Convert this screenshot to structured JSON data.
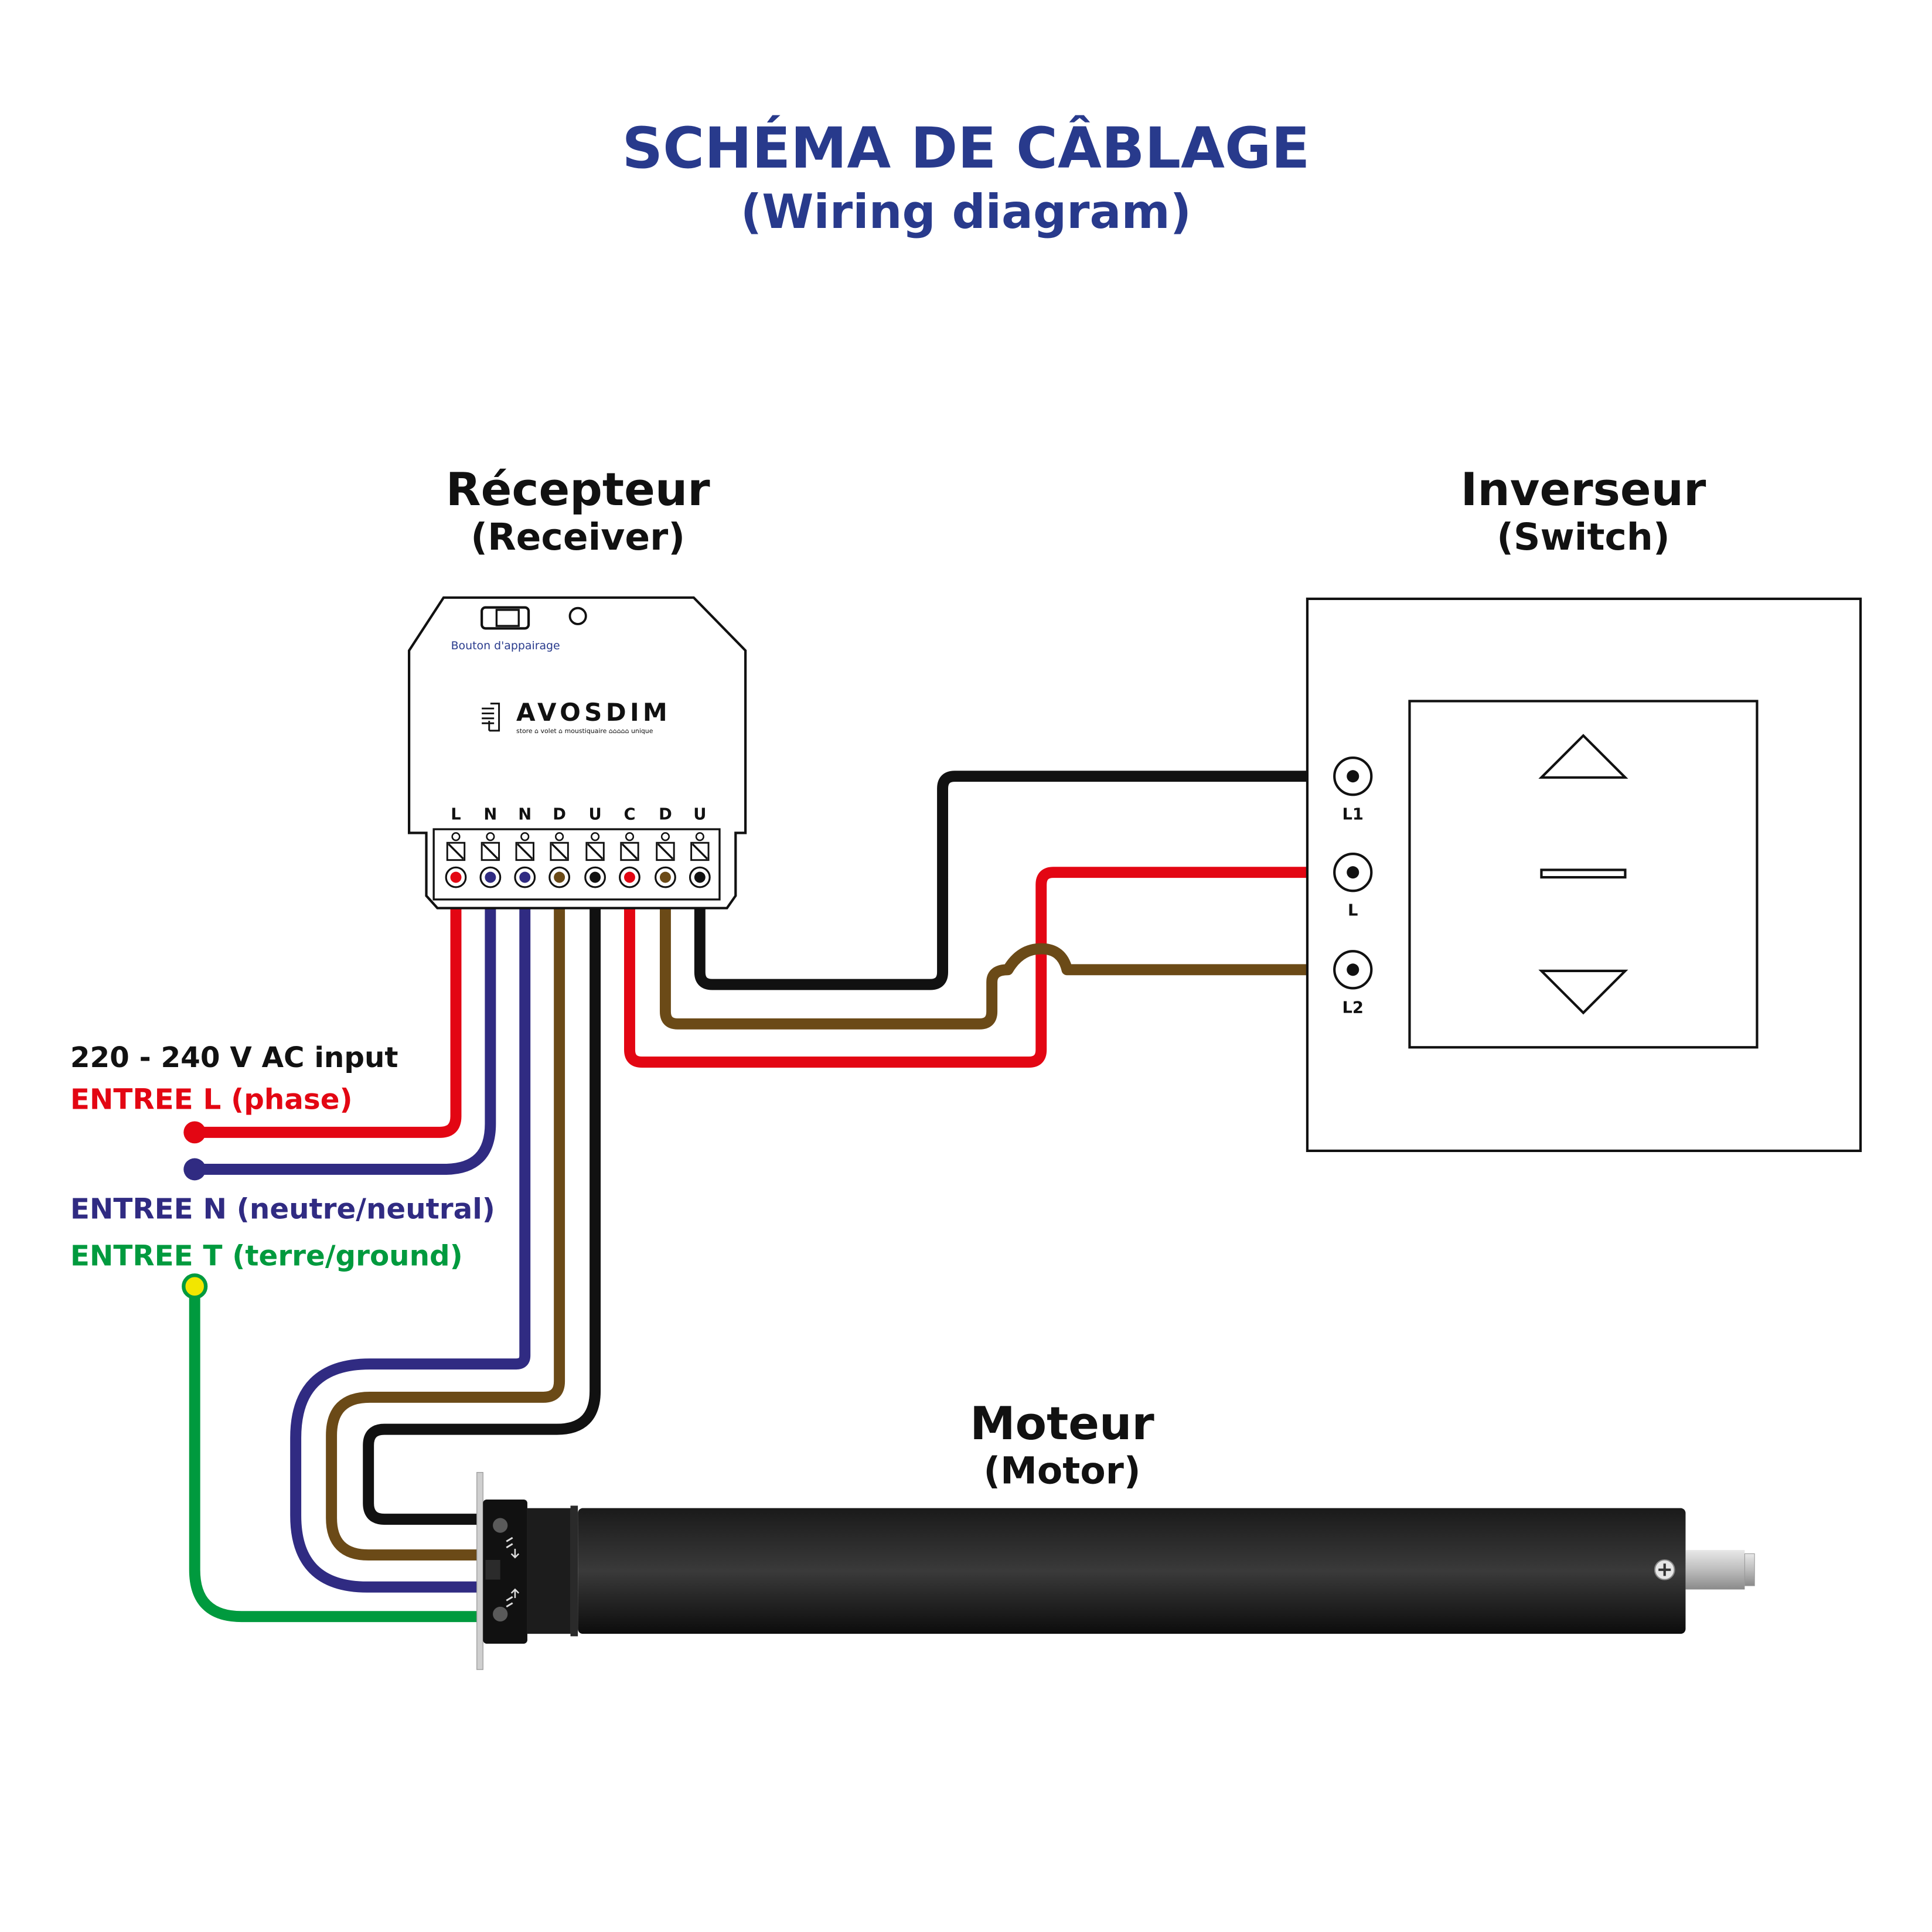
{
  "title": {
    "main": "SCHÉMA DE CÂBLAGE",
    "sub": "(Wiring diagram)"
  },
  "receiver": {
    "title": "Récepteur",
    "subtitle": "(Receiver)",
    "pairing_button_label": "Bouton d'appairage",
    "brand": "AVOSDIM",
    "tagline": "store ⌂ volet ⌂ moustiquaire ⌂⌂⌂⌂⌂ unique",
    "terminals": [
      "L",
      "N",
      "N",
      "D",
      "U",
      "C",
      "D",
      "U"
    ]
  },
  "switch": {
    "title": "Inverseur",
    "subtitle": "(Switch)",
    "terminals": [
      "L1",
      "L",
      "L2"
    ]
  },
  "motor": {
    "title": "Moteur",
    "subtitle": "(Motor)"
  },
  "inputs": {
    "voltage": "220 - 240 V AC input",
    "phase": "ENTREE L (phase)",
    "neutral": "ENTREE N (neutre/neutral)",
    "ground": "ENTREE T (terre/ground)"
  },
  "colors": {
    "title_blue": "#283a8c",
    "phase_red": "#e30613",
    "neutral_blue": "#302b82",
    "ground_green": "#009a3e",
    "brown": "#6b4a17",
    "black": "#111111",
    "ground_dot": "#f2e600"
  }
}
